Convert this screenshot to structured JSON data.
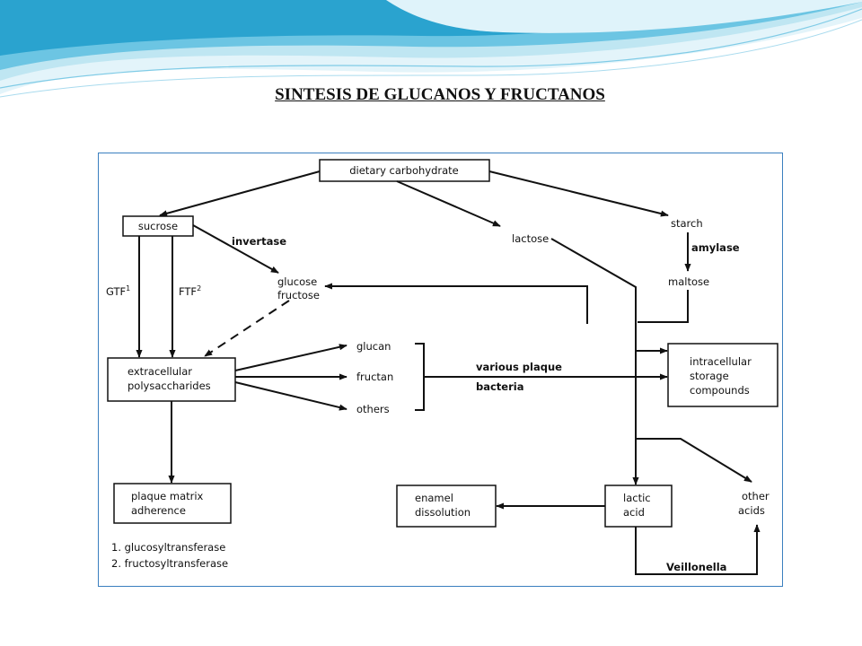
{
  "title": "SINTESIS DE GLUCANOS Y FRUCTANOS",
  "nodes": {
    "dietary": "dietary carbohydrate",
    "sucrose": "sucrose",
    "lactose": "lactose",
    "starch": "starch",
    "maltose": "maltose",
    "glucose": "glucose",
    "fructose": "fructose",
    "eps_line1": "extracellular",
    "eps_line2": "polysaccharides",
    "glucan": "glucan",
    "fructan": "fructan",
    "others": "others",
    "storage_line1": "intracellular",
    "storage_line2": "storage",
    "storage_line3": "compounds",
    "plaque_line1": "plaque matrix",
    "plaque_line2": "adherence",
    "enamel_line1": "enamel",
    "enamel_line2": "dissolution",
    "lactic_line1": "lactic",
    "lactic_line2": "acid",
    "other_acids_line1": "other",
    "other_acids_line2": "acids"
  },
  "labels": {
    "invertase": "invertase",
    "amylase": "amylase",
    "gtf": "GTF",
    "gtf_sup": "1",
    "ftf": "FTF",
    "ftf_sup": "2",
    "bacteria_line1": "various plaque",
    "bacteria_line2": "bacteria",
    "veillonella": "Veillonella"
  },
  "footnotes": {
    "note1": "1. glucosyltransferase",
    "note2": "2. fructosyltransferase"
  },
  "colors": {
    "frame": "#3a7fbf",
    "wave_dark": "#2aa3cf",
    "wave_light": "#bfe6f2"
  }
}
